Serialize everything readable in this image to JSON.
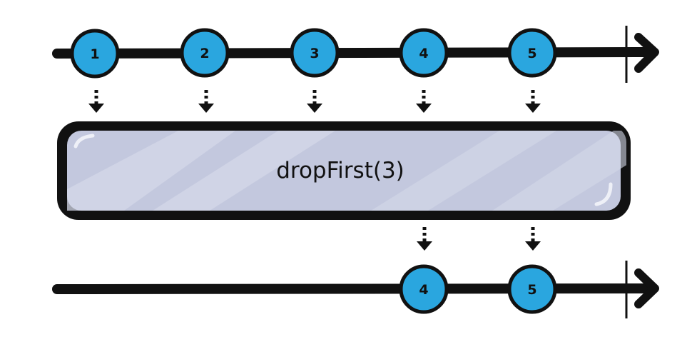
{
  "colors": {
    "line": "#111111",
    "marble_fill": "#2aa6df",
    "operator_fill": "#c3c8de",
    "operator_stripe": "#d4d8e8",
    "background": "#ffffff"
  },
  "input_stream": {
    "marbles": [
      "1",
      "2",
      "3",
      "4",
      "5"
    ]
  },
  "operator": {
    "label": "dropFirst(3)"
  },
  "output_stream": {
    "marbles": [
      "4",
      "5"
    ]
  }
}
